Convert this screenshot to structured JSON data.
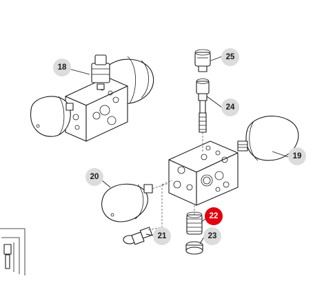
{
  "callouts": [
    {
      "id": "18",
      "label": "18",
      "active": false
    },
    {
      "id": "19",
      "label": "19",
      "active": false
    },
    {
      "id": "20",
      "label": "20",
      "active": false
    },
    {
      "id": "21",
      "label": "21",
      "active": false
    },
    {
      "id": "22",
      "label": "22",
      "active": true
    },
    {
      "id": "23",
      "label": "23",
      "active": false
    },
    {
      "id": "24",
      "label": "24",
      "active": false
    },
    {
      "id": "25",
      "label": "25",
      "active": false
    }
  ],
  "colors": {
    "active_callout": "#e3000f",
    "callout": "#dcdcdc",
    "line": "#1a1a1a"
  }
}
